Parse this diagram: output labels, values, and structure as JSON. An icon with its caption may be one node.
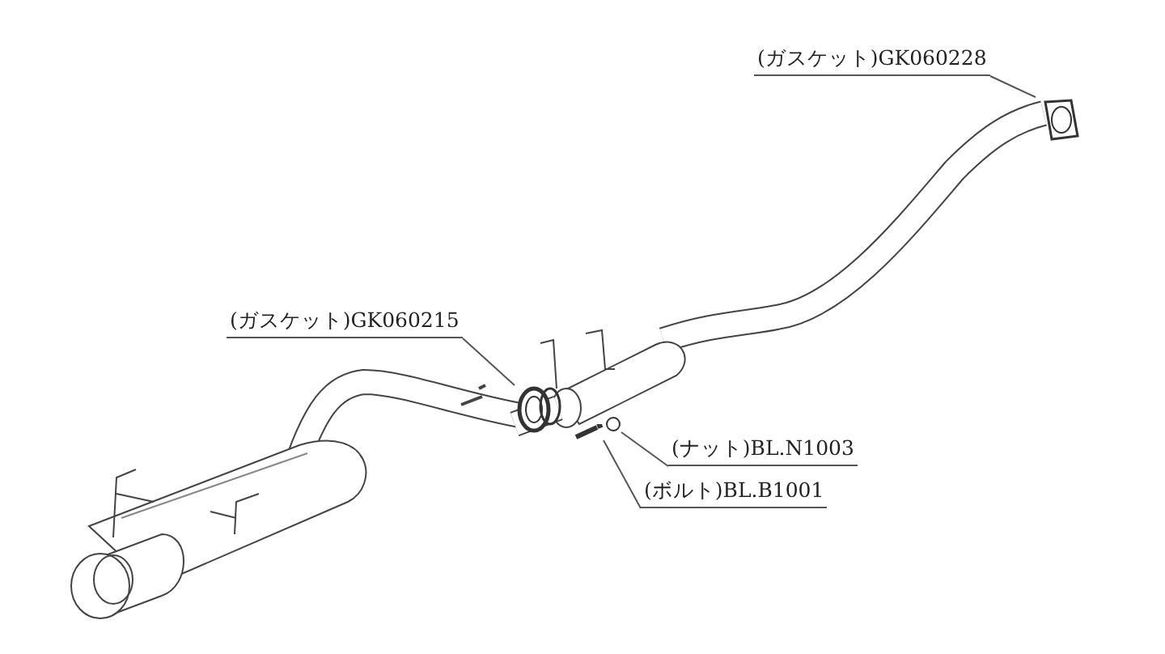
{
  "diagram": {
    "nodes": [
      {
        "text": [
          "(ガスケット)GK060228"
        ]
      },
      {
        "text": [
          "(ガスケット)GK060215"
        ]
      },
      {
        "text": [
          "(ナット)BL.N1003"
        ]
      },
      {
        "text": [
          "(ボルト)BL.B1001"
        ]
      },
      {
        "text": [],
        "shape": "picture"
      },
      {
        "text": [],
        "shape": "picture"
      },
      {
        "text": [],
        "shape": "circle"
      },
      {
        "text": [],
        "shape": "picture"
      }
    ],
    "edges": [
      {
        "from": 0,
        "to": 4,
        "arrow": "none"
      },
      {
        "from": 1,
        "to": 5,
        "arrow": "none"
      },
      {
        "from": 2,
        "to": 6,
        "arrow": "none"
      },
      {
        "from": 3,
        "to": 7,
        "arrow": "none"
      }
    ]
  }
}
